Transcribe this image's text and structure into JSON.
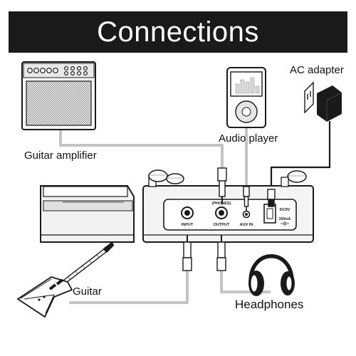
{
  "title": "Connections",
  "labels": {
    "guitar_amplifier": "Guitar amplifier",
    "audio_player": "Audio player",
    "ac_adapter": "AC adapter",
    "guitar": "Guitar",
    "headphones": "Headphones"
  },
  "device_panel": {
    "input": "INPUT",
    "phones": "(PHONES)",
    "output": "OUTPUT",
    "aux_in": "AUX IN",
    "dc_label": "DC9V",
    "dc_current": "300mA"
  },
  "colors": {
    "title_bg": "#1a1a1a",
    "title_fg": "#ffffff",
    "cable": "#bdbdbd",
    "outline": "#1a1a1a",
    "device_body": "#f2f2f2"
  }
}
